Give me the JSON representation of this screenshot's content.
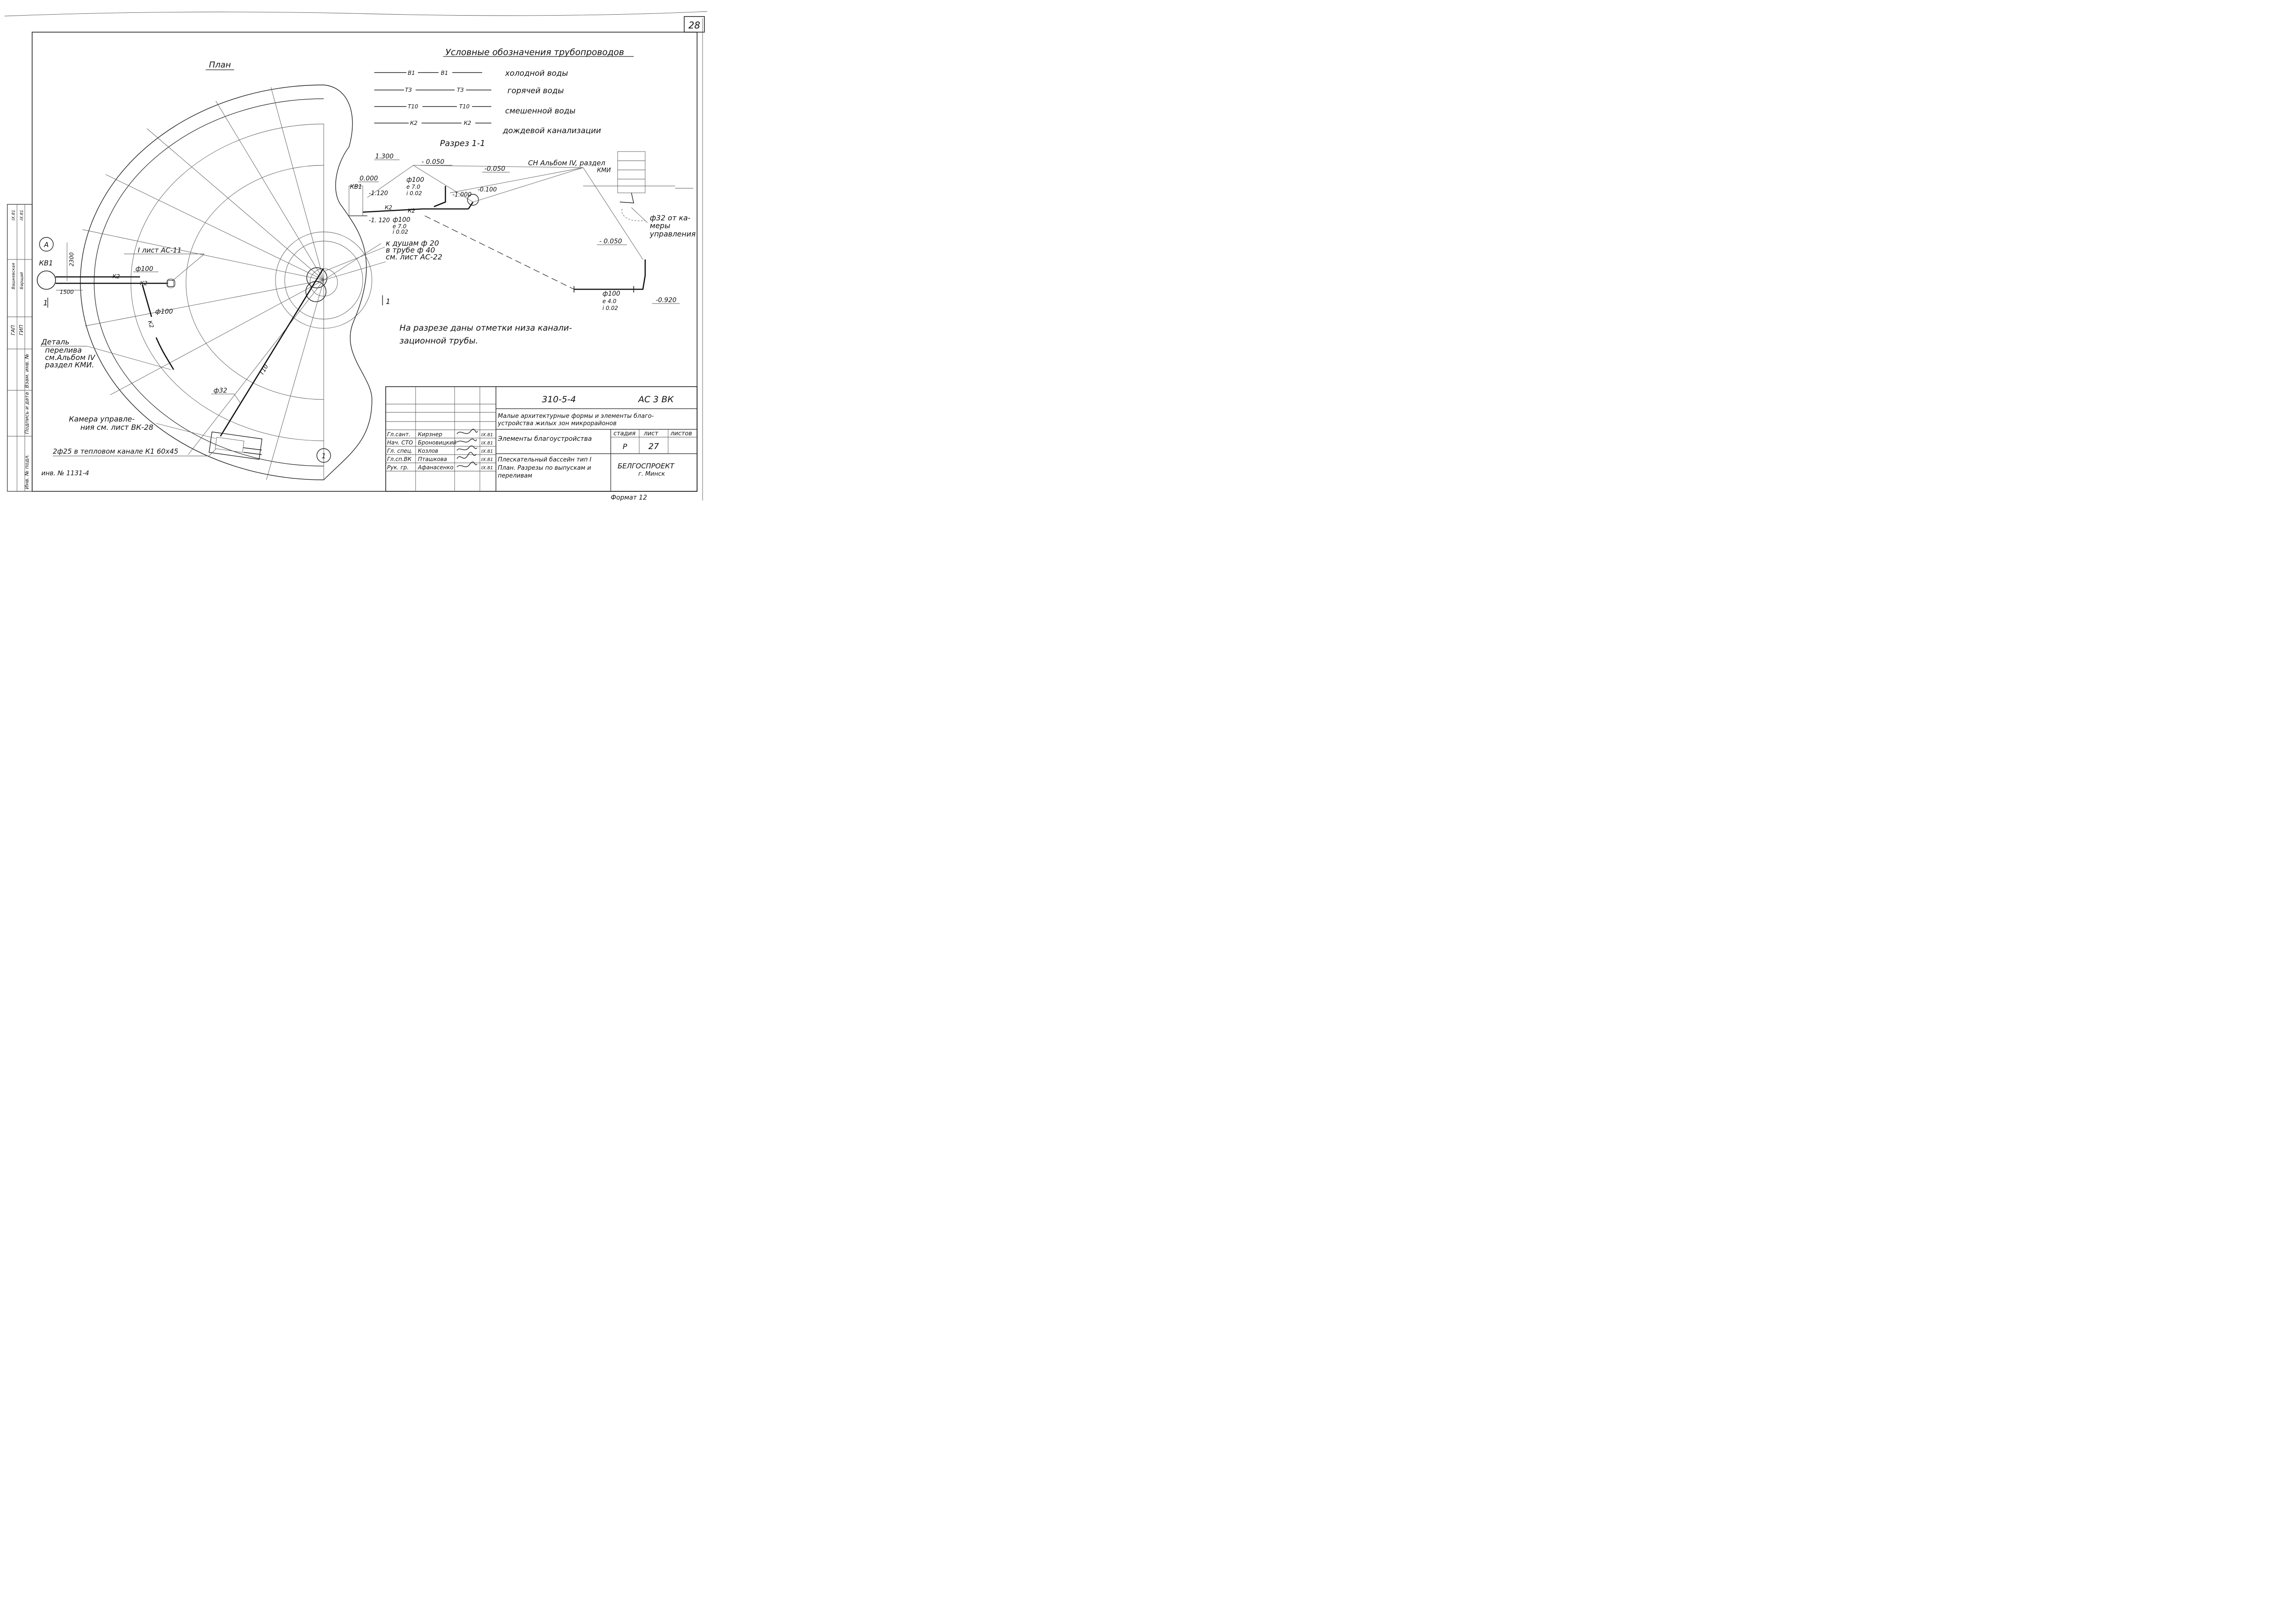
{
  "sheet": {
    "page_number": "28",
    "format_label": "Формат 12"
  },
  "plan": {
    "title": "План",
    "axis_a": "А",
    "axis_1": "1",
    "kv1": "КВ1",
    "dim_2300": "2300",
    "dim_1500": "1500",
    "section_mark": "1",
    "note_sheet": "I лист АС-11",
    "k2": "К2",
    "d100": "ф100",
    "t10": "Т10",
    "d32": "ф32",
    "detail_note": [
      "Деталь",
      "перелива",
      "см.Альбом IV",
      "раздел КМИ."
    ],
    "camera_note": [
      "Камера управле-",
      "ния см. лист ВК-28"
    ],
    "channel_note": "2ф25 в тепловом канале К1 60х45",
    "shower_note": [
      "к душам ф 20",
      "в трубе ф 40",
      "см. лист АС-22"
    ],
    "inv_no": "инв. № 1131-4"
  },
  "legend": {
    "title": "Условные обозначения трубопроводов",
    "items": [
      {
        "code": "В1",
        "label": "холодной воды"
      },
      {
        "code": "Т3",
        "label": "горячей воды"
      },
      {
        "code": "Т10",
        "label": "смешенной воды"
      },
      {
        "code": "К2",
        "label": "дождевой канализации"
      }
    ]
  },
  "section": {
    "title": "Разрез 1-1",
    "el_1300": "1.300",
    "el_0050a": "- 0.050",
    "el_0050b": "-0.050",
    "el_0050c": "- 0.050",
    "el_0000": "0.000",
    "el_1120a": "-1.120",
    "el_1120b": "-1. 120",
    "el_1000": "-1.000",
    "el_0100": "-0.100",
    "el_0920": "-0.920",
    "kv1": "КВ1",
    "k2": "К2",
    "pipe1": [
      "ф100",
      "е 7.0",
      "і 0.02"
    ],
    "pipe2": [
      "ф100",
      "е 7.0",
      "і 0.02"
    ],
    "pipe3": [
      "ф100",
      "е 4.0",
      "і 0.02"
    ],
    "album_note": [
      "СН Альбом IV, раздел",
      "КМИ"
    ],
    "d32_note": [
      "ф32 от ка-",
      "меры",
      "управления"
    ],
    "bottom_note": [
      "На разрезе даны отметки низа канали-",
      "зационной трубы."
    ]
  },
  "stamp": {
    "code": "310-5-4",
    "mark": "АС 3 ВК",
    "project": [
      "Малые архитектурные формы и элементы благо-",
      "устройства жилых зон микрорайонов"
    ],
    "part": "Элементы благоустройства",
    "stage_h": "стадия",
    "sheet_h": "лист",
    "sheets_h": "листов",
    "stage": "Р",
    "sheet": "27",
    "sheets": "",
    "drawing": [
      "Плескательный бассейн тип I",
      "План. Разрезы по выпускам и",
      "переливам"
    ],
    "org": [
      "БЕЛГОСПРОЕКТ",
      "г. Минск"
    ],
    "people": [
      {
        "role": "Гл.сант.",
        "name": "Кирзнер",
        "date": "IX.81"
      },
      {
        "role": "Нач. СТО",
        "name": "Броновицкий",
        "date": "IX.81"
      },
      {
        "role": "Гл. спец.",
        "name": "Козлов",
        "date": "IX.81"
      },
      {
        "role": "Гл.сп.ВК",
        "name": "Пташкова",
        "date": "IX.81"
      },
      {
        "role": "Рук. гр.",
        "name": "Афанасенко",
        "date": "IX.81"
      }
    ]
  },
  "side_strip": {
    "labels": [
      "Инв. № подл.",
      "Подпись и дата",
      "Взам. инв. №"
    ],
    "roles": [
      "ГАП",
      "ГИП"
    ],
    "names": [
      "Вашкевская",
      "Барщай"
    ],
    "dates": [
      "IX.81",
      "IX.81"
    ]
  }
}
